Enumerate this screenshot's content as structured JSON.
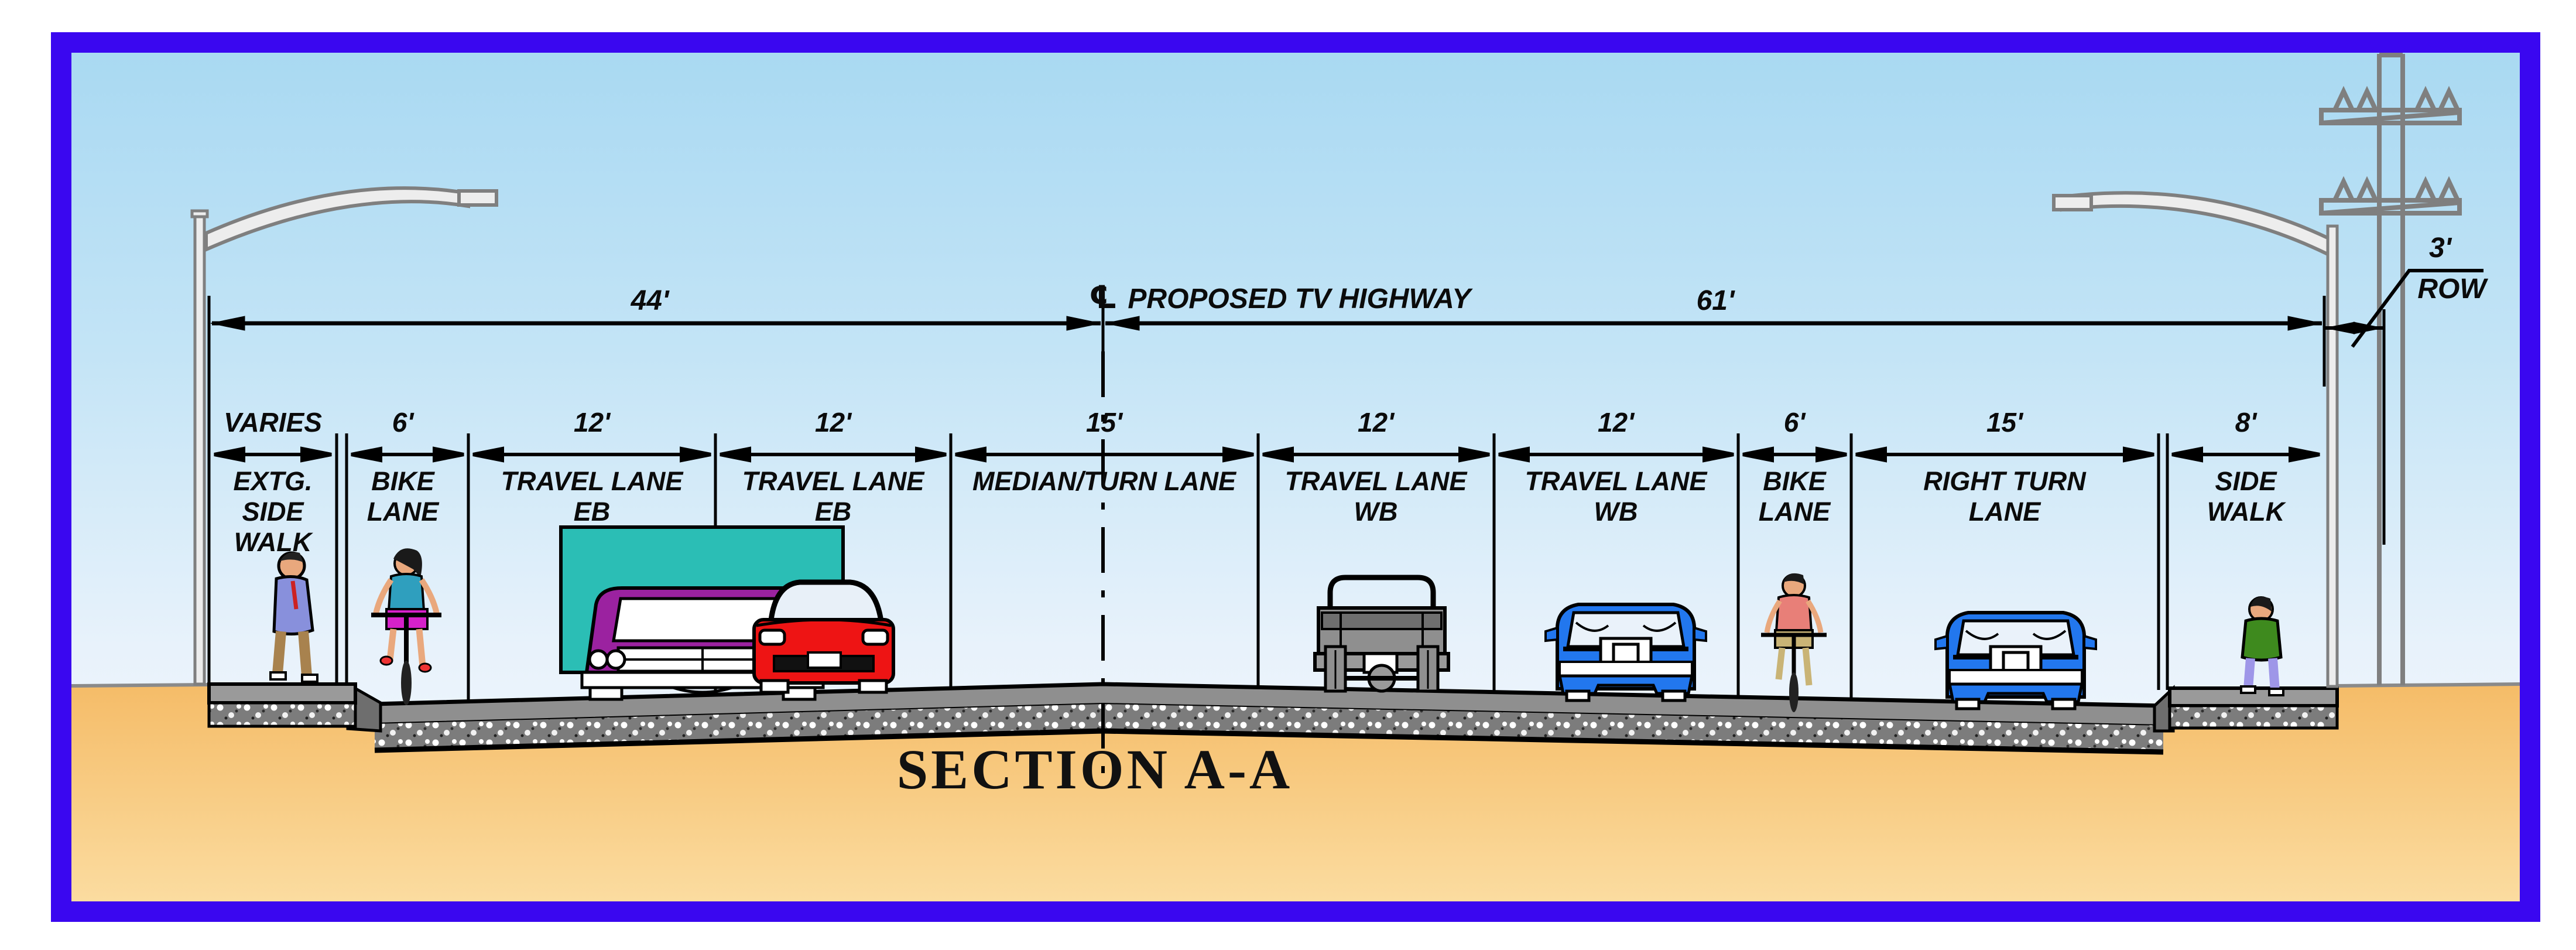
{
  "drawing": {
    "title": "SECTION A-A",
    "centerline": {
      "symbol": "℄",
      "label": "PROPOSED TV HIGHWAY"
    },
    "dimensions": {
      "left_total": "44'",
      "right_total": "61'",
      "row_offset": "3'",
      "row_label": "ROW"
    },
    "lanes": [
      {
        "width": "VARIES",
        "name": "EXTG.\nSIDE\nWALK"
      },
      {
        "width": "6'",
        "name": "BIKE\nLANE"
      },
      {
        "width": "12'",
        "name": "TRAVEL LANE\nEB"
      },
      {
        "width": "12'",
        "name": "TRAVEL LANE\nEB"
      },
      {
        "width": "15'",
        "name": "MEDIAN/TURN LANE"
      },
      {
        "width": "12'",
        "name": "TRAVEL LANE\nWB"
      },
      {
        "width": "12'",
        "name": "TRAVEL LANE\nWB"
      },
      {
        "width": "6'",
        "name": "BIKE\nLANE"
      },
      {
        "width": "15'",
        "name": "RIGHT TURN\nLANE"
      },
      {
        "width": "8'",
        "name": "SIDE\nWALK"
      }
    ],
    "colors": {
      "border": "#3A07F0",
      "sky_top": "#A9D9F2",
      "sand": "#F7C775",
      "asphalt": "#8F8F8F",
      "truck_box": "#2BBEB5",
      "truck_cab": "#9B22A0",
      "car_red": "#EE1414",
      "van_blue": "#2277EE",
      "pickup_gray": "#8F8F8F"
    }
  }
}
